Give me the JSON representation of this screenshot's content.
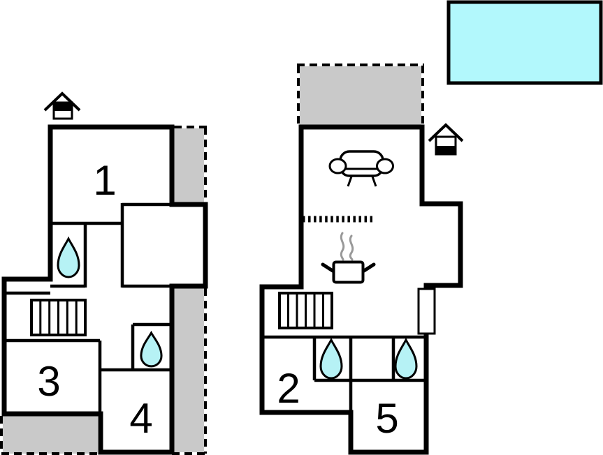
{
  "plan": {
    "type": "holiday-home floor plan",
    "units": {
      "left_unit_rooms": [
        "1",
        "3",
        "4"
      ],
      "right_unit_rooms": [
        "2",
        "5"
      ]
    }
  },
  "rooms": [
    {
      "label": "1"
    },
    {
      "label": "2"
    },
    {
      "label": "3"
    },
    {
      "label": "4"
    },
    {
      "label": "5"
    }
  ],
  "colors": {
    "wall": "#000000",
    "shaded": "#c9c9c9",
    "pool": "#b2f8fc",
    "water": "#b6f2f5",
    "steam": "#999999",
    "floor": "#ffffff"
  },
  "icons": {
    "entrance": "entrance-house-icon",
    "stairs": "stairs-icon",
    "water_drop": "water-drop-icon",
    "sofa": "sofa-icon",
    "stove": "stove-icon",
    "door": "door-leaf-icon",
    "pool": "swimming-pool",
    "terrace": "shaded-terrace-area",
    "room_divider": "dotted-divider"
  }
}
